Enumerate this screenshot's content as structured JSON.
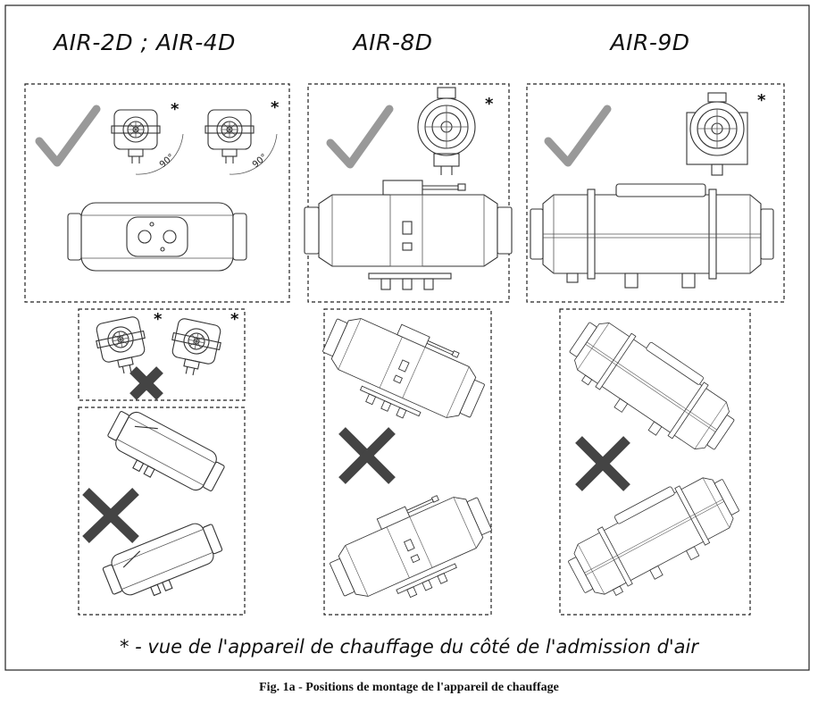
{
  "columns": [
    {
      "model": "AIR-2D ; AIR-4D"
    },
    {
      "model": "AIR-8D"
    },
    {
      "model": "AIR-9D"
    }
  ],
  "asterisk": "*",
  "angle_label": "90°",
  "note": "* - vue de l'appareil de chauffage du côté de l'admission d'air",
  "caption": "Fig. 1a - Positions de montage de l'appareil de chauffage",
  "status_colors": {
    "allowed_check": "#999999",
    "forbidden_cross": "#444444"
  }
}
